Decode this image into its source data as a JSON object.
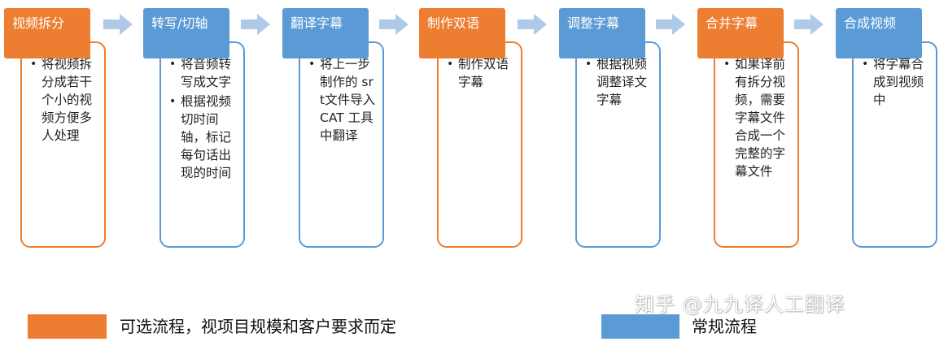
{
  "colors": {
    "optional": "#ED7D31",
    "regular": "#5B9BD5",
    "arrow": "#AFC9E8"
  },
  "steps": [
    {
      "title": "视频拆分",
      "type": "optional",
      "bullets": [
        "将视频拆分成若干个小的视频方便多人处理"
      ]
    },
    {
      "title": "转写/切轴",
      "type": "regular",
      "bullets": [
        "将音频转写成文字",
        "根据视频切时间轴，标记每句话出现的时间"
      ]
    },
    {
      "title": "翻译字幕",
      "type": "regular",
      "bullets": [
        "将上一步制作的 srt文件导入CAT 工具中翻译"
      ]
    },
    {
      "title": "制作双语",
      "type": "optional",
      "bullets": [
        "制作双语字幕"
      ]
    },
    {
      "title": "调整字幕",
      "type": "regular",
      "bullets": [
        "根据视频调整译文字幕"
      ]
    },
    {
      "title": "合并字幕",
      "type": "optional",
      "bullets": [
        "如果译前有拆分视频，需要字幕文件合成一个完整的字幕文件"
      ]
    },
    {
      "title": "合成视频",
      "type": "regular",
      "bullets": [
        "将字幕合成到视频中"
      ]
    }
  ],
  "legend": {
    "optional_label": "可选流程，视项目规模和客户要求而定",
    "regular_label": "常规流程"
  },
  "watermark": "知乎 @九九译人工翻译",
  "icons": {
    "bullet": "bullet-dot-icon",
    "arrow": "right-arrow-icon"
  }
}
